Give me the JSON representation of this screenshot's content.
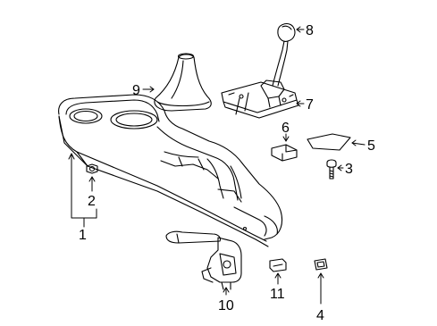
{
  "diagram": {
    "callouts": [
      {
        "id": "c1",
        "label": "1"
      },
      {
        "id": "c2",
        "label": "2"
      },
      {
        "id": "c3",
        "label": "3"
      },
      {
        "id": "c4",
        "label": "4"
      },
      {
        "id": "c5",
        "label": "5"
      },
      {
        "id": "c6",
        "label": "6"
      },
      {
        "id": "c7",
        "label": "7"
      },
      {
        "id": "c8",
        "label": "8"
      },
      {
        "id": "c9",
        "label": "9"
      },
      {
        "id": "c10",
        "label": "10"
      },
      {
        "id": "c11",
        "label": "11"
      }
    ],
    "colors": {
      "line": "#000000",
      "background": "#ffffff"
    }
  }
}
